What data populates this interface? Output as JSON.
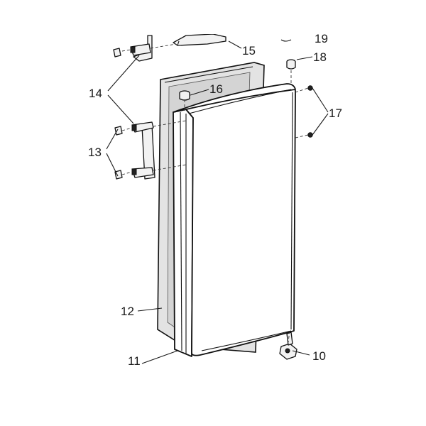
{
  "callouts": {
    "c10": "10",
    "c11": "11",
    "c12": "12",
    "c13": "13",
    "c14": "14",
    "c15": "15",
    "c16": "16",
    "c17": "17",
    "c18": "18",
    "c19": "19"
  }
}
